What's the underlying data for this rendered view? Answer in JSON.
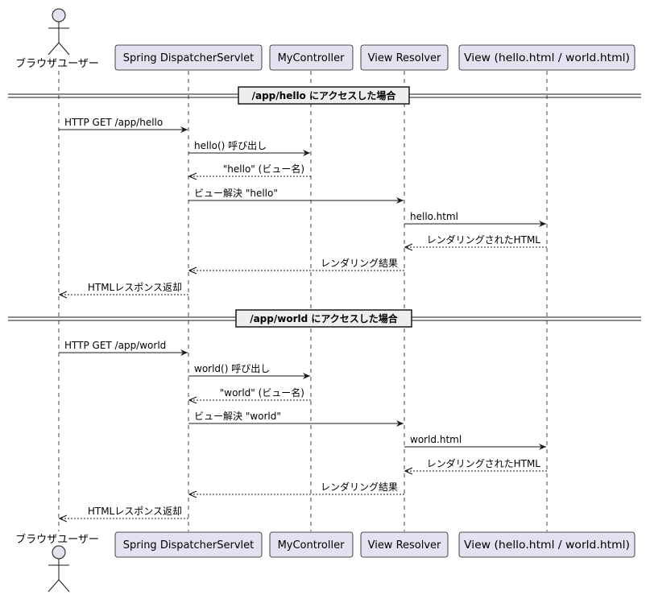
{
  "diagram": {
    "actor": {
      "label": "ブラウザユーザー"
    },
    "participants": [
      {
        "label": "Spring DispatcherServlet"
      },
      {
        "label": "MyController"
      },
      {
        "label": "View Resolver"
      },
      {
        "label": "View (hello.html / world.html)"
      }
    ],
    "dividers": [
      {
        "label": "/app/hello にアクセスした場合"
      },
      {
        "label": "/app/world にアクセスした場合"
      }
    ],
    "messages": [
      {
        "from": 0,
        "to": 1,
        "label": "HTTP GET /app/hello",
        "dashed": false
      },
      {
        "from": 1,
        "to": 2,
        "label": "hello() 呼び出し",
        "dashed": false
      },
      {
        "from": 2,
        "to": 1,
        "label": "\"hello\" (ビュー名)",
        "dashed": true
      },
      {
        "from": 1,
        "to": 3,
        "label": "ビュー解決 \"hello\"",
        "dashed": false
      },
      {
        "from": 3,
        "to": 4,
        "label": "hello.html",
        "dashed": false
      },
      {
        "from": 4,
        "to": 3,
        "label": "レンダリングされたHTML",
        "dashed": true
      },
      {
        "from": 3,
        "to": 1,
        "label": "レンダリング結果",
        "dashed": true
      },
      {
        "from": 1,
        "to": 0,
        "label": "HTMLレスポンス返却",
        "dashed": true
      },
      {
        "from": 0,
        "to": 1,
        "label": "HTTP GET /app/world",
        "dashed": false
      },
      {
        "from": 1,
        "to": 2,
        "label": "world() 呼び出し",
        "dashed": false
      },
      {
        "from": 2,
        "to": 1,
        "label": "\"world\" (ビュー名)",
        "dashed": true
      },
      {
        "from": 1,
        "to": 3,
        "label": "ビュー解決 \"world\"",
        "dashed": false
      },
      {
        "from": 3,
        "to": 4,
        "label": "world.html",
        "dashed": false
      },
      {
        "from": 4,
        "to": 3,
        "label": "レンダリングされたHTML",
        "dashed": true
      },
      {
        "from": 3,
        "to": 1,
        "label": "レンダリング結果",
        "dashed": true
      },
      {
        "from": 1,
        "to": 0,
        "label": "HTMLレスポンス返却",
        "dashed": true
      }
    ],
    "colors": {
      "participant_fill": "#e2e2f0",
      "participant_border": "#181818",
      "lifeline": "#181818",
      "line": "#181818",
      "background": "#ffffff"
    }
  }
}
